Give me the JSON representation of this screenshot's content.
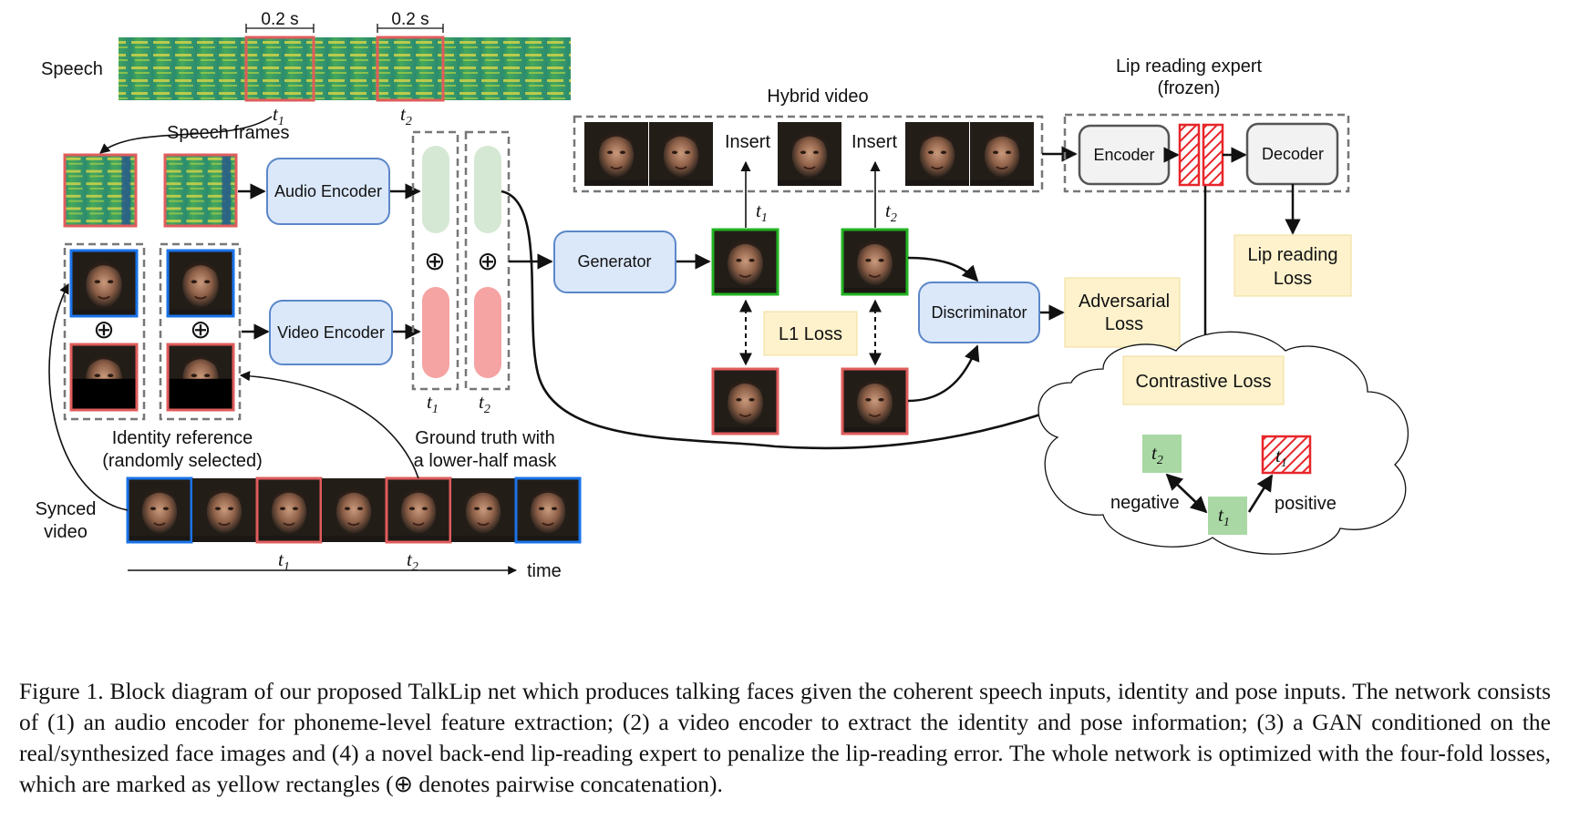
{
  "labels": {
    "speech": "Speech",
    "dur1": "0.2 s",
    "dur2": "0.2 s",
    "speech_frames": "Speech frames",
    "audio_encoder": "Audio Encoder",
    "video_encoder": "Video Encoder",
    "generator": "Generator",
    "discriminator": "Discriminator",
    "hybrid_video": "Hybrid video",
    "insert1": "Insert",
    "insert2": "Insert",
    "lip_expert_line1": "Lip reading expert",
    "lip_expert_line2": "(frozen)",
    "encoder": "Encoder",
    "decoder": "Decoder",
    "lip_loss_line1": "Lip reading",
    "lip_loss_line2": "Loss",
    "adv_loss_line1": "Adversarial",
    "adv_loss_line2": "Loss",
    "l1_loss": "L1 Loss",
    "contrastive_loss": "Contrastive Loss",
    "negative": "negative",
    "positive": "positive",
    "identity_line1": "Identity reference",
    "identity_line2": "(randomly selected)",
    "gt_line1": "Ground truth with",
    "gt_line2": "a lower-half mask",
    "synced_line1": "Synced",
    "synced_line2": "video",
    "time": "time",
    "oplus": "⊕",
    "t1": "t",
    "t2": "t",
    "sub1": "1",
    "sub2": "2"
  },
  "caption": {
    "part1": "Figure 1.  Block diagram of our proposed TalkLip net which produces talking faces given the coherent speech inputs, identity and pose inputs. The network consists of (1) an audio encoder for phoneme-level feature extraction; (2) a video encoder to extract the identity and pose information; (3) a GAN conditioned on the real/synthesized face images and (4) a novel back-end lip-reading expert to penalize the lip-reading error. The whole network is optimized with the four-fold losses, which are marked as yellow rectangles (",
    "symbol": "⊕",
    "part2": " denotes pairwise concatenation)."
  },
  "colors": {
    "blue_box": "#dbe8fa",
    "blue_stroke": "#5b87c8",
    "yellow": "#fdf2cc",
    "green_feat": "#d5e8d4",
    "red_feat": "#f6a3a3",
    "red_frame": "#e05c5c",
    "green_frame": "#22b322",
    "blue_frame": "#1a73e8",
    "green_node": "#a9d8a4",
    "hatch_red": "#e8262a",
    "spectrogram_green": "#3b9e5a",
    "spectrogram_yellow": "#d8d84a"
  }
}
